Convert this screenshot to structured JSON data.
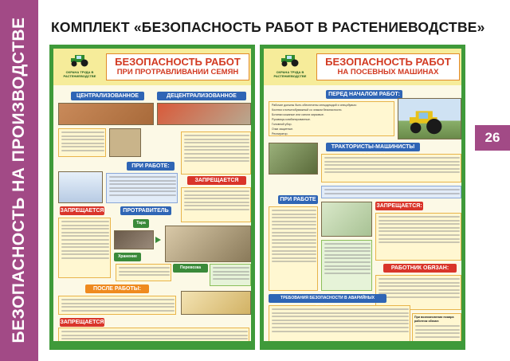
{
  "page": {
    "side_title": "БЕЗОПАСНОСТЬ НА ПРОИЗВОДСТВЕ",
    "main_title": "КОМПЛЕКТ «БЕЗОПАСНОСТЬ РАБОТ В РАСТЕНИЕВОДСТВЕ»",
    "page_number": "26"
  },
  "colors": {
    "accent_purple": "#a24a86",
    "poster_border_green": "#3f9a3a",
    "header_blue": "#2f65b5",
    "header_red": "#d9352a",
    "title_red": "#d23a22"
  },
  "poster_left": {
    "logo_icon": "tractor-icon",
    "logo_text": "ОХРАНА ТРУДА В РАСТЕНИЕВОДСТВЕ",
    "title_main": "БЕЗОПАСНОСТЬ РАБОТ",
    "title_sub": "ПРИ ПРОТРАВЛИВАНИИ СЕМЯН",
    "headers": {
      "centralized": "ЦЕНТРАЛИЗОВАННОЕ",
      "decentralized": "ДЕЦЕНТРАЛИЗОВАННОЕ",
      "during_work": "ПРИ РАБОТЕ:",
      "forbidden_1": "ЗАПРЕЩАЕТСЯ",
      "forbidden_2": "ЗАПРЕЩАЕТСЯ",
      "disinfectant": "ПРОТРАВИТЕЛЬ",
      "after_work": "ПОСЛЕ РАБОТЫ:",
      "forbidden_3": "ЗАПРЕЩАЕТСЯ"
    },
    "labels": {
      "tara": "Тара",
      "storage": "Хранение",
      "transport": "Перевозка"
    }
  },
  "poster_right": {
    "logo_icon": "tractor-icon",
    "logo_text": "ОХРАНА ТРУДА В РАСТЕНИЕВОДСТВЕ",
    "title_main": "БЕЗОПАСНОСТЬ РАБОТ",
    "title_sub": "НА ПОСЕВНЫХ МАШИНАХ",
    "headers": {
      "before_work": "ПЕРЕД НАЧАЛОМ РАБОТ:",
      "operators": "ТРАКТОРИСТЫ-МАШИНИСТЫ ДОЛЖНЫ:",
      "during_work": "ПРИ РАБОТЕ",
      "forbidden": "ЗАПРЕЩАЕТСЯ:",
      "worker_must": "РАБОТНИК ОБЯЗАН:",
      "emergency": "ТРЕБОВАНИЯ БЕЗОПАСНОСТИ В АВАРИЙНЫХ СИТУАЦИЯХ",
      "fire": "При возникновении пожара работник обязан:"
    },
    "before_items": [
      "Рабочие должны быть обеспечены спецодеждой и спецобувью:",
      "Костюм хлопчатобумажный со знаком безопасности.",
      "Ботинки кожаные или сапоги кирзовые.",
      "Рукавицы комбинированные.",
      "Головной убор.",
      "Очки защитные.",
      "Респиратор."
    ]
  }
}
